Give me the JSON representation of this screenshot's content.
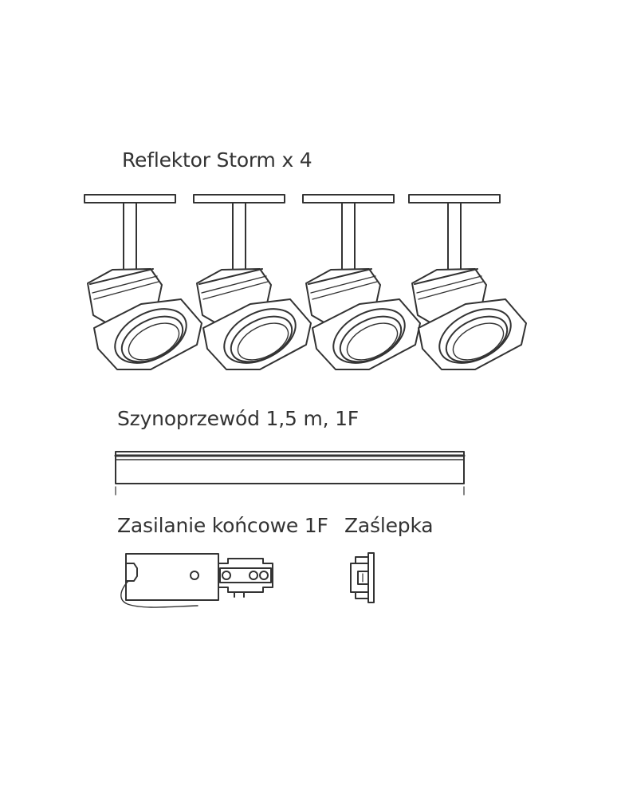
{
  "labels": {
    "spotlights": "Reflektor Storm x 4",
    "track": "Szynoprzewód 1,5 m, 1F",
    "end_feed": "Zasilanie końcowe 1F",
    "end_cap": "Zaślepka"
  },
  "colors": {
    "line": "#333333",
    "background": "#ffffff"
  },
  "icons": [
    "spotlight-icon",
    "track-rail-icon",
    "end-feed-connector-icon",
    "end-cap-icon"
  ]
}
